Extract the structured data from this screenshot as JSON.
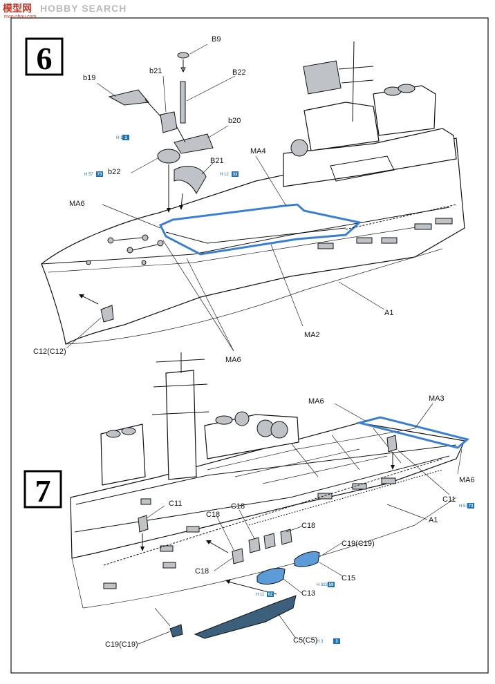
{
  "watermark": {
    "logo_text": "模型网",
    "search_text": "HOBBY SEARCH",
    "url_text": "moo-shou.com"
  },
  "step6": {
    "number": "6",
    "labels": {
      "b9": "B9",
      "b19": "b19",
      "b21_lower": "b21",
      "b22_upper": "B22",
      "b20": "b20",
      "b22_lower": "b22",
      "b21_upper": "B21",
      "ma4": "MA4",
      "ma6_left": "MA6",
      "ma2": "MA2",
      "a1": "A1",
      "c12": "C12(C12)",
      "ma6_bottom": "MA6"
    },
    "paint_refs": [
      {
        "h": "H 1",
        "num": "1"
      },
      {
        "h": "H 57",
        "num": "73"
      },
      {
        "h": "H 12",
        "num": "33"
      }
    ]
  },
  "step7": {
    "number": "7",
    "labels": {
      "ma6_top": "MA6",
      "ma3": "MA3",
      "ma6_right": "MA6",
      "c11_right": "C11",
      "c11_left": "C11",
      "a1": "A1",
      "c18_a": "C18",
      "c18_b": "C18",
      "c18_c": "C18",
      "c18_d": "C18",
      "c19_right": "C19(C19)",
      "c15": "C15",
      "c13": "C13",
      "c19_left": "C19(C19)",
      "c5": "C5(C5)"
    },
    "paint_refs": [
      {
        "h": "H 57",
        "num": "73"
      },
      {
        "h": "H 323",
        "num": "59"
      },
      {
        "h": "H 11",
        "num": "62"
      },
      {
        "h": "H 3",
        "num": "3"
      }
    ]
  }
}
